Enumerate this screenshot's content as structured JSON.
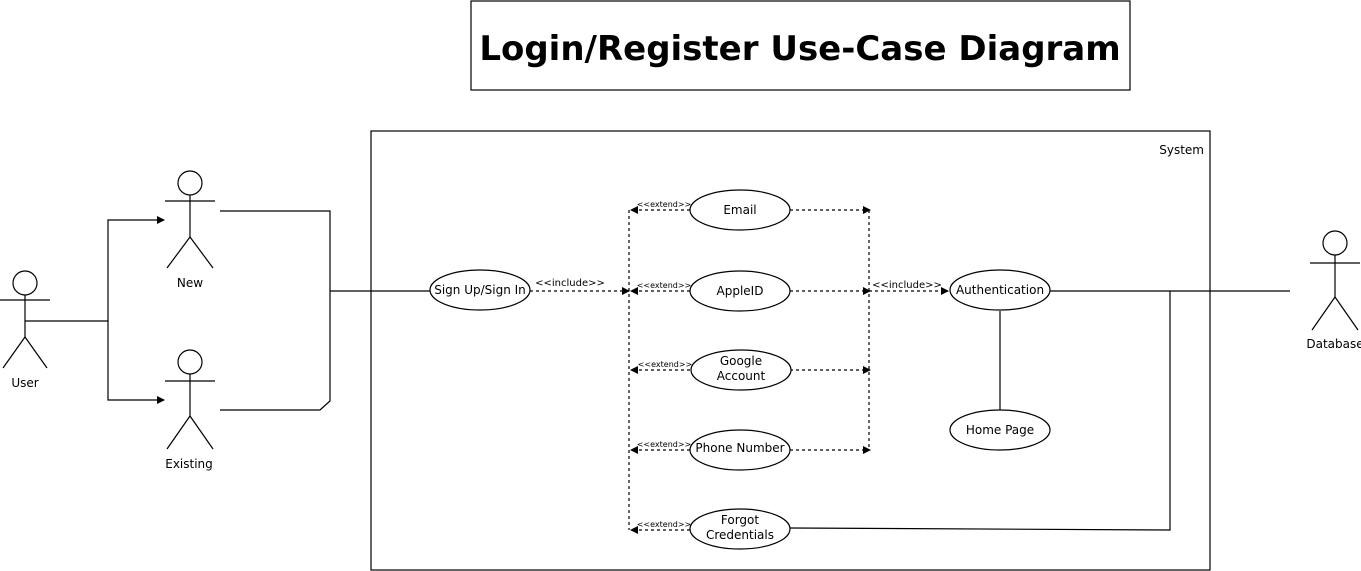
{
  "title": "Login/Register Use-Case Diagram",
  "system_label": "System",
  "actors": {
    "user": "User",
    "new": "New",
    "existing": "Existing",
    "database": "Database"
  },
  "use_cases": {
    "signup": "Sign Up/Sign In",
    "email": "Email",
    "appleid": "AppleID",
    "google_line1": "Google",
    "google_line2": "Account",
    "phone": "Phone Number",
    "forgot_line1": "Forgot",
    "forgot_line2": "Credentials",
    "authentication": "Authentication",
    "homepage": "Home Page"
  },
  "stereotypes": {
    "include": "<<include>>",
    "extend": "<<extend>>"
  }
}
